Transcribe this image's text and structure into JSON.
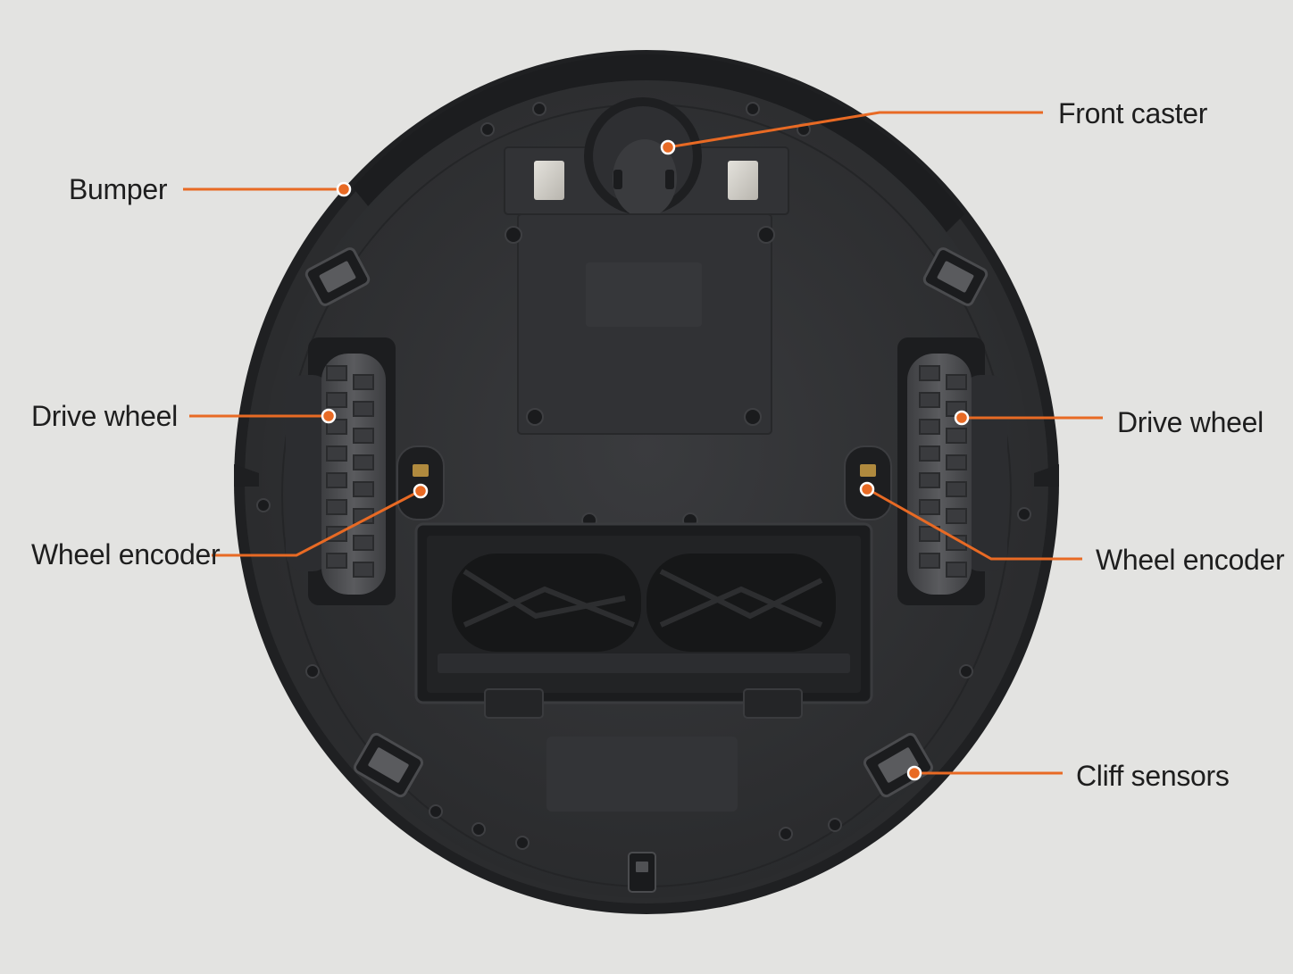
{
  "colors": {
    "background": "#e3e3e1",
    "accent": "#e86a24",
    "body": "#2e2f31",
    "label": "#1e1e1e"
  },
  "callouts": {
    "front_caster": "Front caster",
    "bumper": "Bumper",
    "drive_wheel_left": "Drive wheel",
    "drive_wheel_right": "Drive wheel",
    "wheel_encoder_left": "Wheel encoder",
    "wheel_encoder_right": "Wheel encoder",
    "cliff_sensors": "Cliff sensors"
  }
}
